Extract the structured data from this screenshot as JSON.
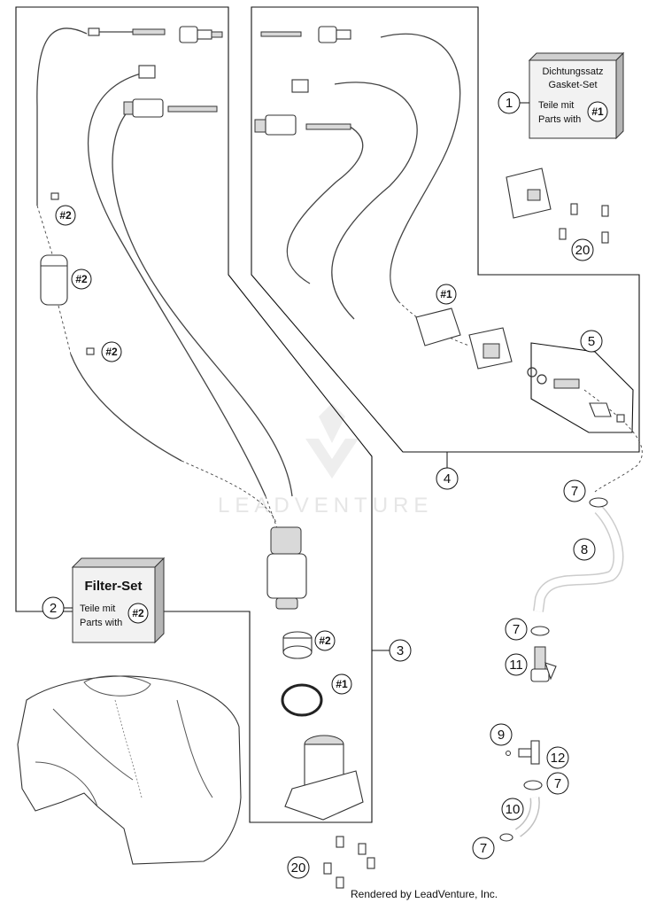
{
  "callouts": {
    "c1": "1",
    "c2": "2",
    "c3": "3",
    "c4": "4",
    "c5": "5",
    "c7a": "7",
    "c7b": "7",
    "c7c": "7",
    "c7d": "7",
    "c8": "8",
    "c9": "9",
    "c10": "10",
    "c11": "11",
    "c12": "12",
    "c20a": "20",
    "c20b": "20"
  },
  "refs": {
    "r2a": "#2",
    "r2b": "#2",
    "r2c": "#2",
    "r2d": "#2",
    "r1a": "#1",
    "r1b": "#1"
  },
  "gasket_box": {
    "line1": "Dichtungssatz",
    "line2": "Gasket-Set",
    "line3": "Teile mit",
    "line4": "Parts with",
    "ref": "#1"
  },
  "filter_box": {
    "title": "Filter-Set",
    "line1": "Teile mit",
    "line2": "Parts with",
    "ref": "#2"
  },
  "watermark": "LEADVENTURE",
  "footer": "Rendered by LeadVenture, Inc."
}
